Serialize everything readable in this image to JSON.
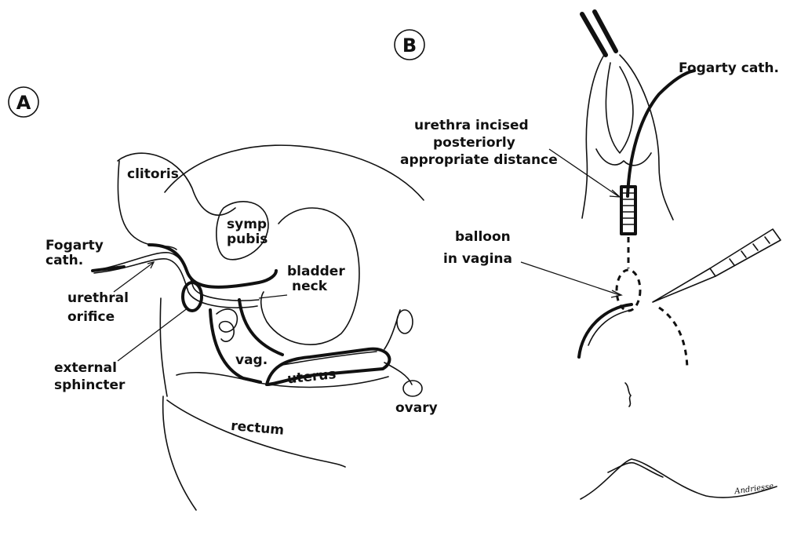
{
  "panel_a": {
    "letter": "A",
    "labels": {
      "clitoris": "clitoris",
      "symp_1": "symp",
      "symp_2": "pubis",
      "fogarty_1": "Fogarty",
      "fogarty_2": "cath.",
      "bladder_1": "bladder",
      "bladder_2": "neck",
      "urethral_1": "urethral",
      "urethral_2": "orifice",
      "external_1": "external",
      "external_2": "sphincter",
      "vag": "vag.",
      "uterus": "uterus",
      "ovary": "ovary",
      "rectum": "rectum"
    }
  },
  "panel_b": {
    "letter": "B",
    "labels": {
      "fogarty": "Fogarty cath.",
      "incised_1": "urethra incised",
      "incised_2": "posteriorly",
      "incised_3": "appropriate distance",
      "balloon_1": "balloon",
      "balloon_2": "in vagina"
    },
    "signature": "Andriesse"
  }
}
